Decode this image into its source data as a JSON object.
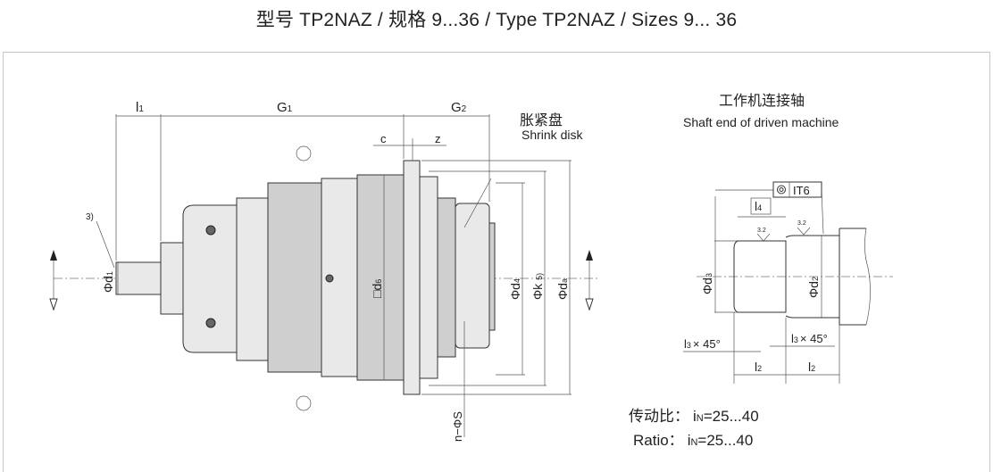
{
  "title": "型号 TP2NAZ  / 规格 9...36 / Type TP2NAZ / Sizes 9... 36",
  "main_view": {
    "dims": {
      "l1": "l",
      "l1_sub": "1",
      "g1": "G",
      "g1_sub": "1",
      "g2": "G",
      "g2_sub": "2",
      "c": "c",
      "z": "z",
      "d1": "Φd",
      "d1_sub": "1",
      "d6": "□d",
      "d6_sub": "6",
      "d4": "Φd",
      "d4_sub": "4",
      "k": "Φk",
      "k_note": "5)",
      "da": "Φd",
      "da_sub": "a",
      "ns": "n−ΦS",
      "note3": "3)"
    },
    "shrink_disk_cn": "胀紧盘",
    "shrink_disk_en": "Shrink disk"
  },
  "shaft_view": {
    "title_cn": "工作机连接轴",
    "title_en": "Shaft end of driven machine",
    "tolerance": "IT6",
    "roughness": "3.2",
    "dims": {
      "l4": "l",
      "l4_sub": "4",
      "d3": "Φd",
      "d3_sub": "3",
      "d2": "Φd",
      "d2_sub": "2",
      "l3": "l",
      "l3_sub": "3",
      "l3_suffix": "× 45°",
      "l2": "l",
      "l2_sub": "2"
    }
  },
  "ratio": {
    "label_cn": "传动比：",
    "label_en": "Ratio：",
    "i": "i",
    "i_sub": "N",
    "value": "=25...40"
  }
}
